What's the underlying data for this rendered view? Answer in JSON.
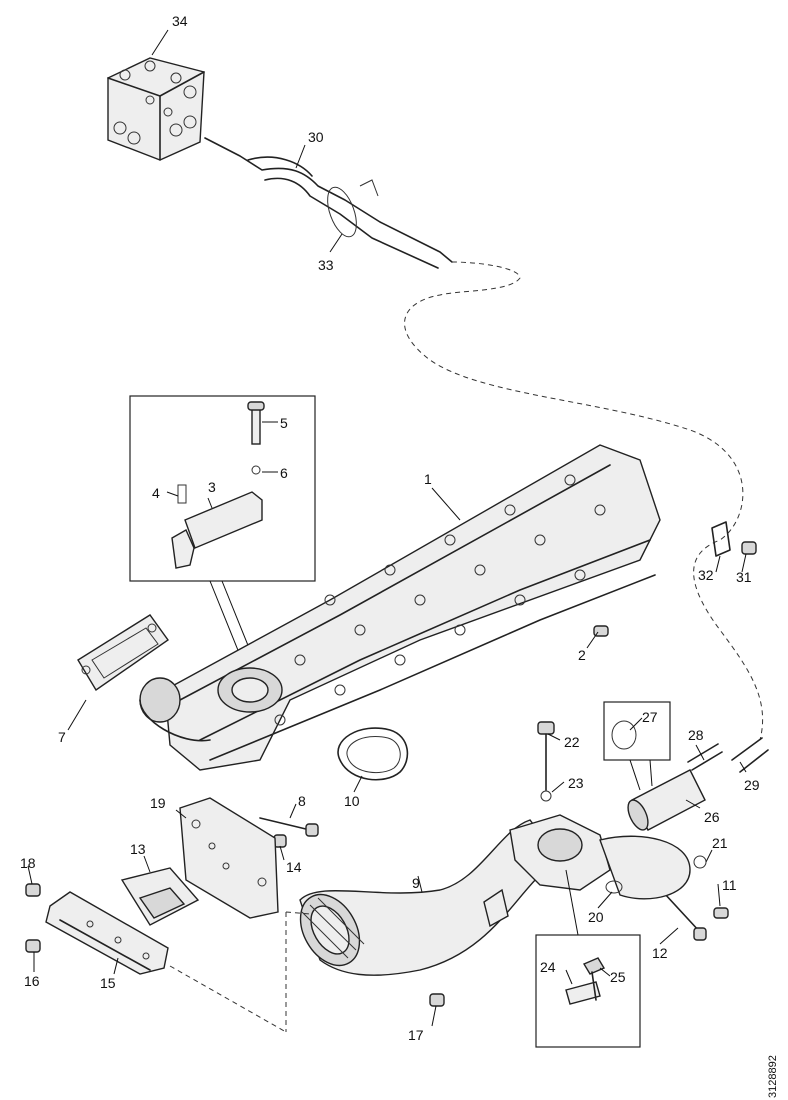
{
  "diagram": {
    "drawing_number": "3128892",
    "callouts": {
      "p1": "1",
      "p2": "2",
      "p3": "3",
      "p4": "4",
      "p5": "5",
      "p6": "6",
      "p7": "7",
      "p8": "8",
      "p9": "9",
      "p10": "10",
      "p11": "11",
      "p12": "12",
      "p13": "13",
      "p14": "14",
      "p15": "15",
      "p16": "16",
      "p17": "17",
      "p18": "18",
      "p19": "19",
      "p20": "20",
      "p21": "21",
      "p22": "22",
      "p23": "23",
      "p24": "24",
      "p25": "25",
      "p26": "26",
      "p27": "27",
      "p28": "28",
      "p29": "29",
      "p30": "30",
      "p31": "31",
      "p32": "32",
      "p33": "33",
      "p34": "34"
    }
  }
}
